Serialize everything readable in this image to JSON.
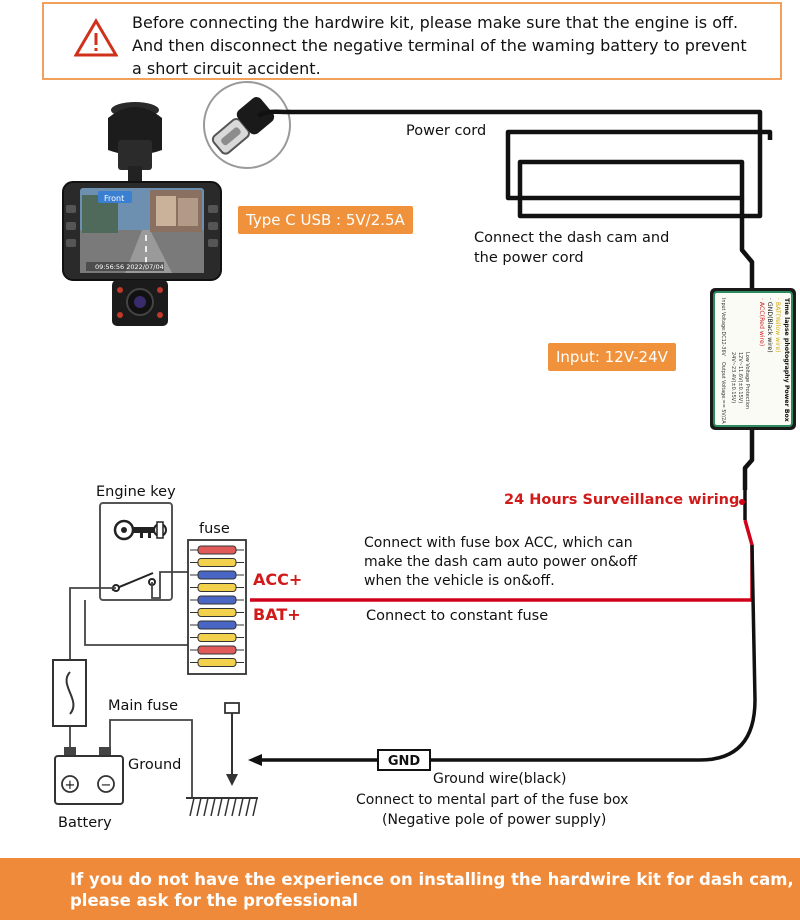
{
  "warning": {
    "line1": "Before connecting the hardwire kit, please make sure that the engine is off.",
    "line2": "And then disconnect the negative terminal of the waming battery to prevent",
    "line3": "a short circuit accident."
  },
  "labels": {
    "power_cord": "Power cord",
    "connect_line1": "Connect the dash cam and",
    "connect_line2": "the power cord",
    "type_c": "Type C USB : 5V/2.5A",
    "input": "Input: 12V-24V",
    "surveillance": "24 Hours Surveillance wiring",
    "engine_key": "Engine key",
    "fuse": "fuse",
    "acc": "ACC+",
    "bat": "BAT+",
    "acc_desc1": "Connect with fuse box ACC, which can",
    "acc_desc2": "make the dash cam auto power on&off",
    "acc_desc3": "when the vehicle is on&off.",
    "bat_desc": "Connect to constant fuse",
    "main_fuse": "Main fuse",
    "ground": "Ground",
    "battery": "Battery",
    "gnd": "GND",
    "ground_wire1": "Ground wire(black)",
    "ground_wire2": "Connect to mental part of the fuse box",
    "ground_wire3": "(Negative pole of power supply)"
  },
  "power_box": {
    "title": "Time lapse photography Power Box",
    "bat": "· BAT(Yellow wire)",
    "gnd": "· GND(Black wire)",
    "acc": "· ACC(Red wire)",
    "spec1": "Input Voltage:DC12-36V",
    "spec2": "Output Voltage:== 5V/2A",
    "spec3": "Low Voltage Protection",
    "spec4": "12V~11.6V(±0.15V)",
    "spec5": "24V~23.4V(±0.15V)"
  },
  "screen": {
    "front": "Front",
    "time": "09:56:56  2022/07/04"
  },
  "footer": {
    "line1": "If you do not have the experience on installing the hardwire kit for dash cam,",
    "line2": "please ask for the professional"
  },
  "colors": {
    "accent_orange": "#ef8a3a",
    "red_wire": "#d0021b",
    "label_red": "#d11a1a"
  }
}
